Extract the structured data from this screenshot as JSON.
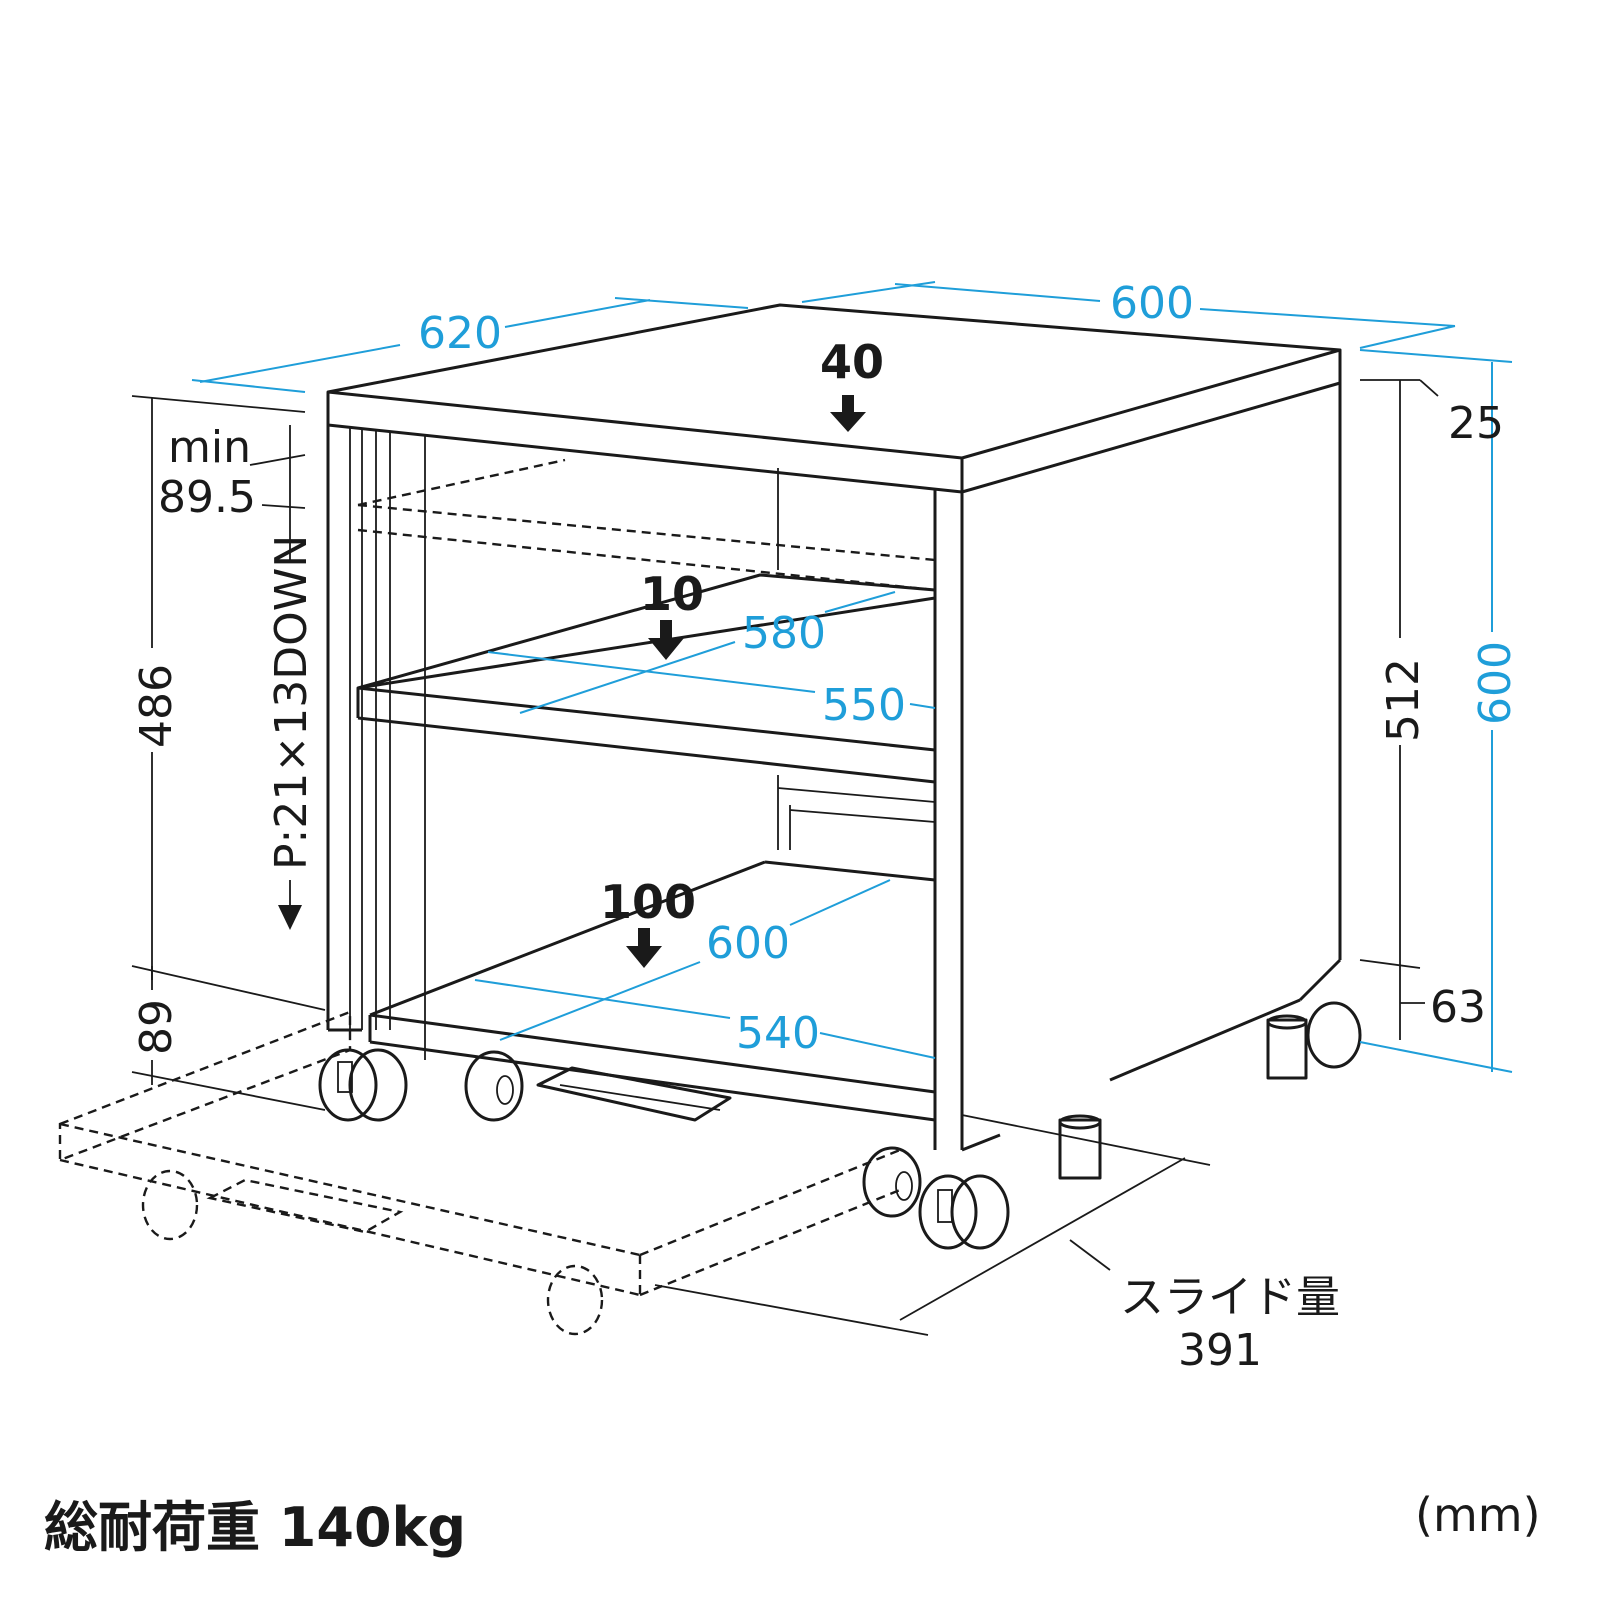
{
  "colors": {
    "line": "#1a1a1a",
    "dimension_blue": "#1f9ed9",
    "background": "#ffffff"
  },
  "dimensions": {
    "top_width": "620",
    "top_depth": "600",
    "top_shelf_load": "40",
    "min_label": "min",
    "min_value": "89.5",
    "pitch": "P:21×13DOWN",
    "height_486": "486",
    "height_89": "89",
    "middle_shelf_load": "10",
    "middle_shelf_depth": "580",
    "middle_shelf_width": "550",
    "bottom_shelf_load": "100",
    "bottom_shelf_depth": "600",
    "bottom_shelf_width": "540",
    "top_thickness": "25",
    "body_height": "512",
    "total_height": "600",
    "caster_height": "63",
    "slide_label": "スライド量",
    "slide_value": "391"
  },
  "footer": {
    "total_load": "総耐荷重 140kg",
    "unit": "(mm)"
  }
}
